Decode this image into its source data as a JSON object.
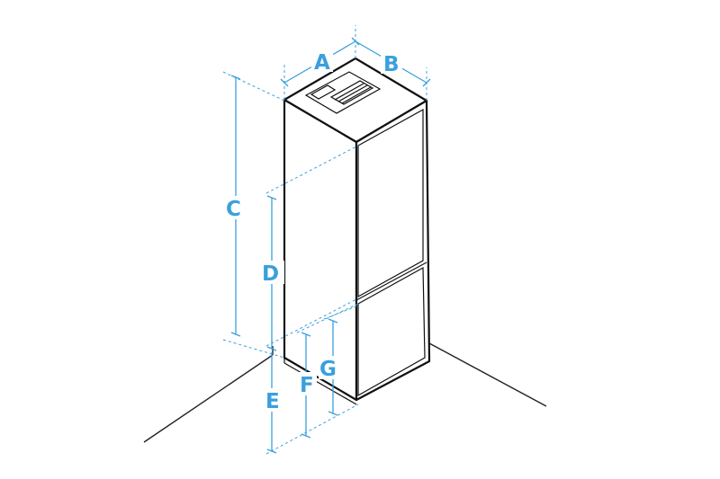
{
  "labels": {
    "a": "A",
    "b": "B",
    "c": "C",
    "d": "D",
    "e": "E",
    "f": "F",
    "g": "G"
  },
  "colors": {
    "dimension": "#3aa0dc",
    "outline": "#111111",
    "background": "#ffffff"
  }
}
